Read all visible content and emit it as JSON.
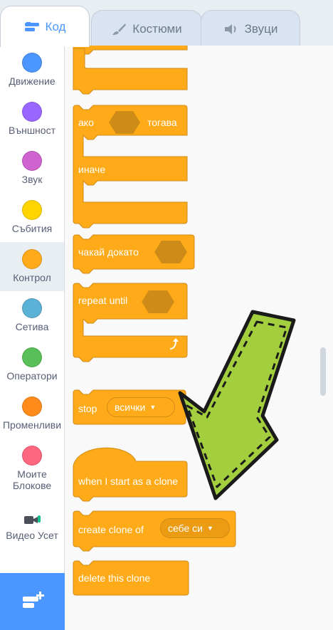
{
  "tabs": [
    {
      "label": "Код",
      "icon": "code-icon"
    },
    {
      "label": "Костюми",
      "icon": "brush-icon"
    },
    {
      "label": "Звуци",
      "icon": "speaker-icon"
    }
  ],
  "categories": [
    {
      "label": "Движение",
      "color": "#4c97ff"
    },
    {
      "label": "Външност",
      "color": "#9966ff"
    },
    {
      "label": "Звук",
      "color": "#cf63cf"
    },
    {
      "label": "Събития",
      "color": "#ffd500"
    },
    {
      "label": "Контрол",
      "color": "#ffab19",
      "selected": true
    },
    {
      "label": "Сетива",
      "color": "#5cb1d6"
    },
    {
      "label": "Оператори",
      "color": "#59c059"
    },
    {
      "label": "Променливи",
      "color": "#ff8c1a"
    },
    {
      "label": "Моите Блокове",
      "color": "#ff6680"
    },
    {
      "label": "Видео Усет",
      "icon": "video-sensing-icon"
    }
  ],
  "blocks": {
    "if_else_if": "ако",
    "if_else_then": "тогава",
    "if_else_else": "иначе",
    "wait_until": "чакай докато",
    "repeat_until": "repeat until",
    "stop": "stop",
    "stop_option": "всички",
    "clone_hat": "when I start as a clone",
    "create_clone": "create clone of",
    "create_clone_option": "себе си",
    "delete_clone": "delete this clone"
  },
  "colors": {
    "control": "#ffab19",
    "control_dark": "#cf8b17",
    "accent": "#4c97ff",
    "arrow": "#a3cf3e"
  },
  "overlay_icon": "green-arrow-icon",
  "extension_icon": "add-extension-icon"
}
